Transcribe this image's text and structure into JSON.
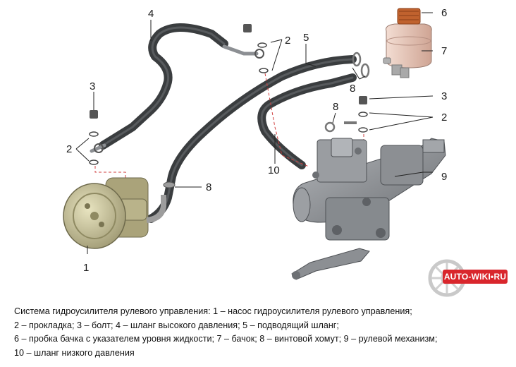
{
  "callouts": {
    "c1": "1",
    "c2_left": "2",
    "c2_top": "2",
    "c2_right": "2",
    "c3_left": "3",
    "c3_right": "3",
    "c4": "4",
    "c5": "5",
    "c6": "6",
    "c7": "7",
    "c8_left": "8",
    "c8_top": "8",
    "c8_mid": "8",
    "c9": "9",
    "c10": "10"
  },
  "caption": {
    "line1": "Система гидроусилителя рулевого управления: 1 – насос гидроусилителя рулевого управления;",
    "line2": "2 – прокладка; 3 – болт; 4 – шланг высокого давления; 5 – подводящий шланг;",
    "line3": "6 – пробка бачка с указателем уровня жидкости; 7 – бачок; 8 – винтовой хомут; 9 – рулевой механизм;",
    "line4": "10 – шланг низкого давления"
  },
  "watermark": {
    "text": "AUTO-WIKI•RU"
  },
  "colors": {
    "hose": "#3a3d3f",
    "pump": "#c9c49a",
    "gear": "#8c8f93",
    "reservoir": "#e8c9bd",
    "cap": "#c0622e",
    "dashed": "#d04040",
    "brand": "#d9262c"
  }
}
